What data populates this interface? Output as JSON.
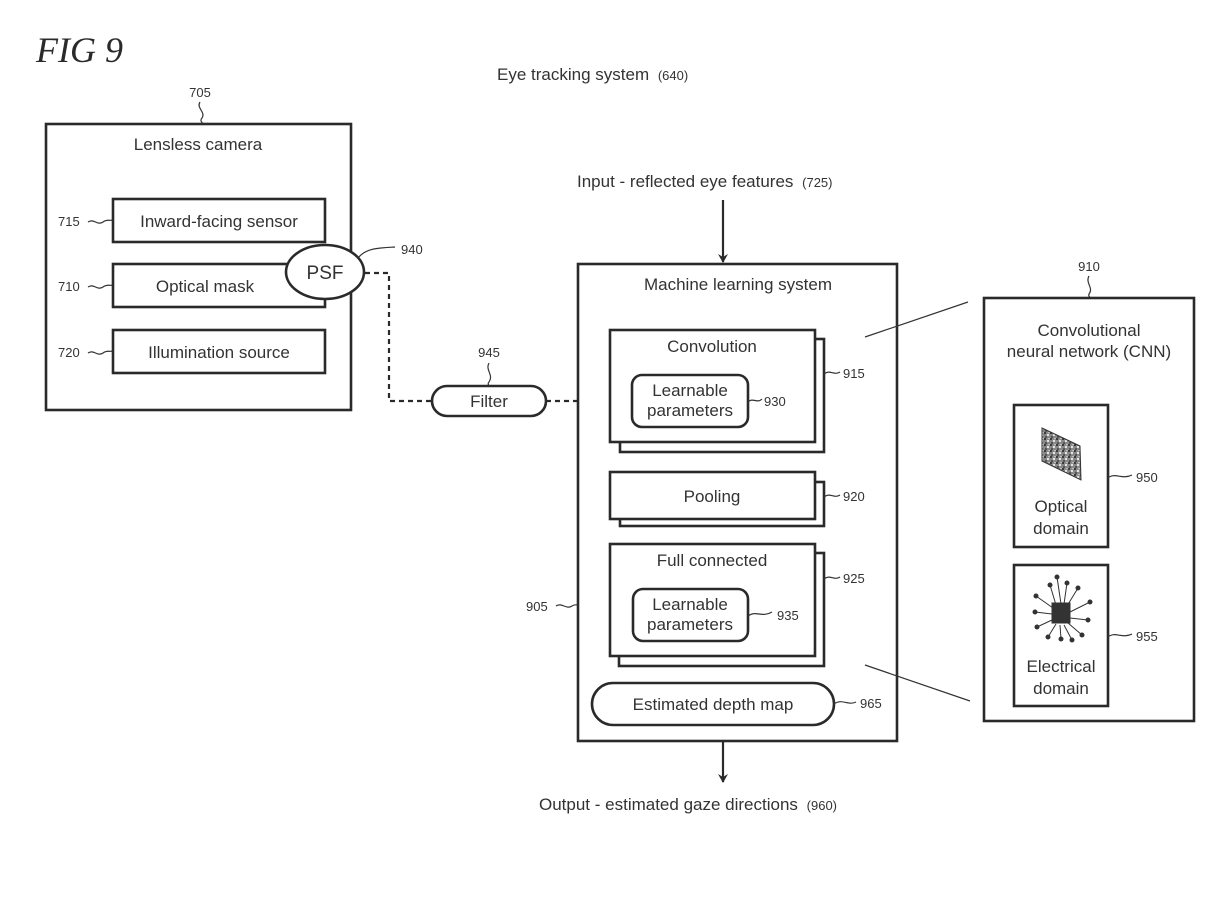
{
  "figure": {
    "title": "FIG 9",
    "system_title": "Eye tracking system",
    "system_ref": "(640)"
  },
  "input": {
    "label": "Input - reflected eye features",
    "ref": "(725)"
  },
  "output": {
    "label": "Output - estimated gaze directions",
    "ref": "(960)"
  },
  "lensless_camera": {
    "ref": "705",
    "title": "Lensless camera",
    "components": [
      {
        "ref": "715",
        "label": "Inward-facing sensor"
      },
      {
        "ref": "710",
        "label": "Optical mask"
      },
      {
        "ref": "720",
        "label": "Illumination source"
      }
    ],
    "psf": {
      "ref": "940",
      "label": "PSF"
    }
  },
  "filter": {
    "ref": "945",
    "label": "Filter"
  },
  "ml_system": {
    "ref": "905",
    "title": "Machine learning system",
    "layers": [
      {
        "ref": "915",
        "label": "Convolution",
        "params": {
          "ref": "930",
          "line1": "Learnable",
          "line2": "parameters"
        }
      },
      {
        "ref": "920",
        "label": "Pooling"
      },
      {
        "ref": "925",
        "label": "Full connected",
        "params": {
          "ref": "935",
          "line1": "Learnable",
          "line2": "parameters"
        }
      }
    ],
    "depth_map": {
      "ref": "965",
      "label": "Estimated depth map"
    }
  },
  "cnn": {
    "ref": "910",
    "title_line1": "Convolutional",
    "title_line2": "neural network (CNN)",
    "domains": [
      {
        "ref": "950",
        "line1": "Optical",
        "line2": "domain",
        "icon": "optical-mask-icon"
      },
      {
        "ref": "955",
        "line1": "Electrical",
        "line2": "domain",
        "icon": "chip-icon"
      }
    ]
  }
}
